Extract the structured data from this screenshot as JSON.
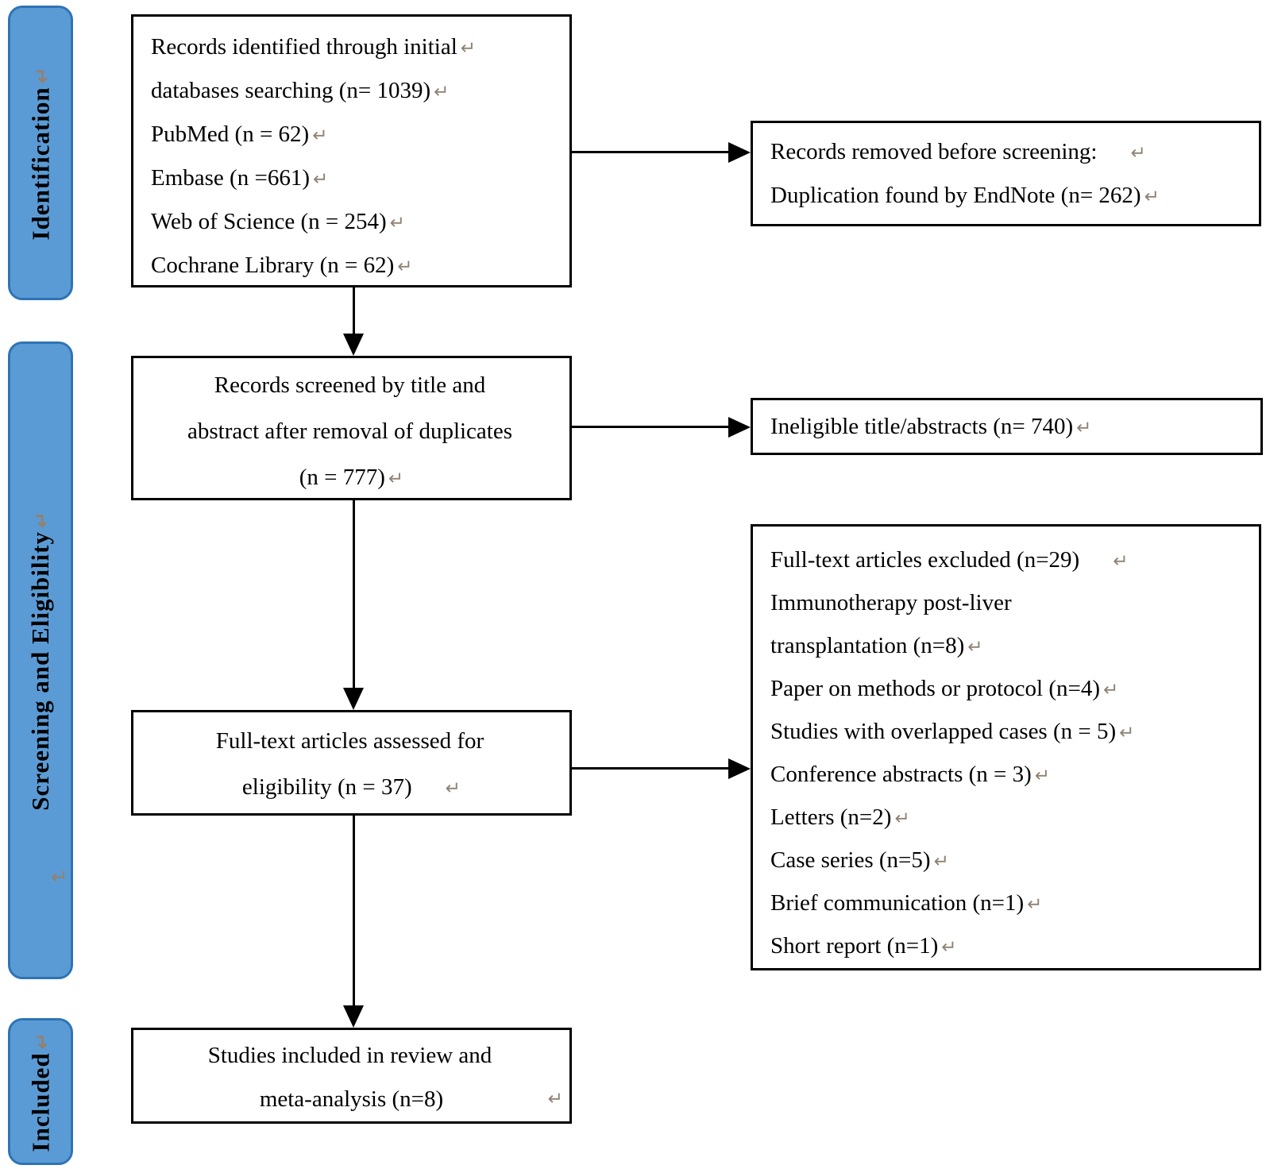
{
  "palette": {
    "stage_fill": "#5b9bd5",
    "stage_border": "#2e74b5",
    "box_border": "#000000",
    "return_mark_color": "#8f8274"
  },
  "return_mark": "↵",
  "stages": [
    {
      "label": "Identification"
    },
    {
      "label": "Screening and Eligibility"
    },
    {
      "label": "Included"
    }
  ],
  "boxes": {
    "identified": {
      "lines": [
        {
          "text": "Records identified through initial",
          "mark": "↵"
        },
        {
          "text": "databases searching (n= 1039)",
          "mark": "↵"
        },
        {
          "text": "PubMed (n = 62)",
          "mark": "↵"
        },
        {
          "text": "Embase (n =661)",
          "mark": "↵"
        },
        {
          "text": "Web of Science (n = 254)",
          "mark": "↵"
        },
        {
          "text": "Cochrane Library (n = 62)",
          "mark": "↵"
        }
      ]
    },
    "screened": {
      "lines": [
        {
          "text": "Records screened by title and",
          "mark": ""
        },
        {
          "text": "abstract after removal of duplicates",
          "mark": ""
        },
        {
          "text": "(n = 777)",
          "mark": "↵"
        }
      ]
    },
    "assessed": {
      "lines": [
        {
          "text": "Full-text articles assessed for",
          "mark": ""
        },
        {
          "text": "eligibility (n = 37)",
          "mark": "↵"
        }
      ]
    },
    "included": {
      "lines": [
        {
          "text": "Studies included in review and",
          "mark": ""
        },
        {
          "text": "meta-analysis (n=8)",
          "mark": "↵"
        }
      ]
    },
    "removed": {
      "lines": [
        {
          "text": "Records removed before screening:",
          "mark": "↵"
        },
        {
          "text": "Duplication found by EndNote (n= 262)",
          "mark": "↵"
        }
      ]
    },
    "ineligible": {
      "lines": [
        {
          "text": "Ineligible title/abstracts (n= 740)",
          "mark": "↵"
        }
      ]
    },
    "excluded": {
      "lines": [
        {
          "text": "Full-text articles excluded (n=29)",
          "mark": "↵"
        },
        {
          "text": "Immunotherapy post-liver",
          "mark": ""
        },
        {
          "text": "transplantation (n=8)",
          "mark": "↵"
        },
        {
          "text": "Paper on methods or protocol (n=4)",
          "mark": "↵"
        },
        {
          "text": "Studies with overlapped cases (n = 5)",
          "mark": "↵"
        },
        {
          "text": "Conference abstracts (n = 3)",
          "mark": "↵"
        },
        {
          "text": "Letters (n=2)",
          "mark": "↵"
        },
        {
          "text": "Case series (n=5)",
          "mark": "↵"
        },
        {
          "text": "Brief communication (n=1)",
          "mark": "↵"
        },
        {
          "text": "Short report (n=1)",
          "mark": "↵"
        }
      ]
    }
  },
  "stray_mark": "↵"
}
